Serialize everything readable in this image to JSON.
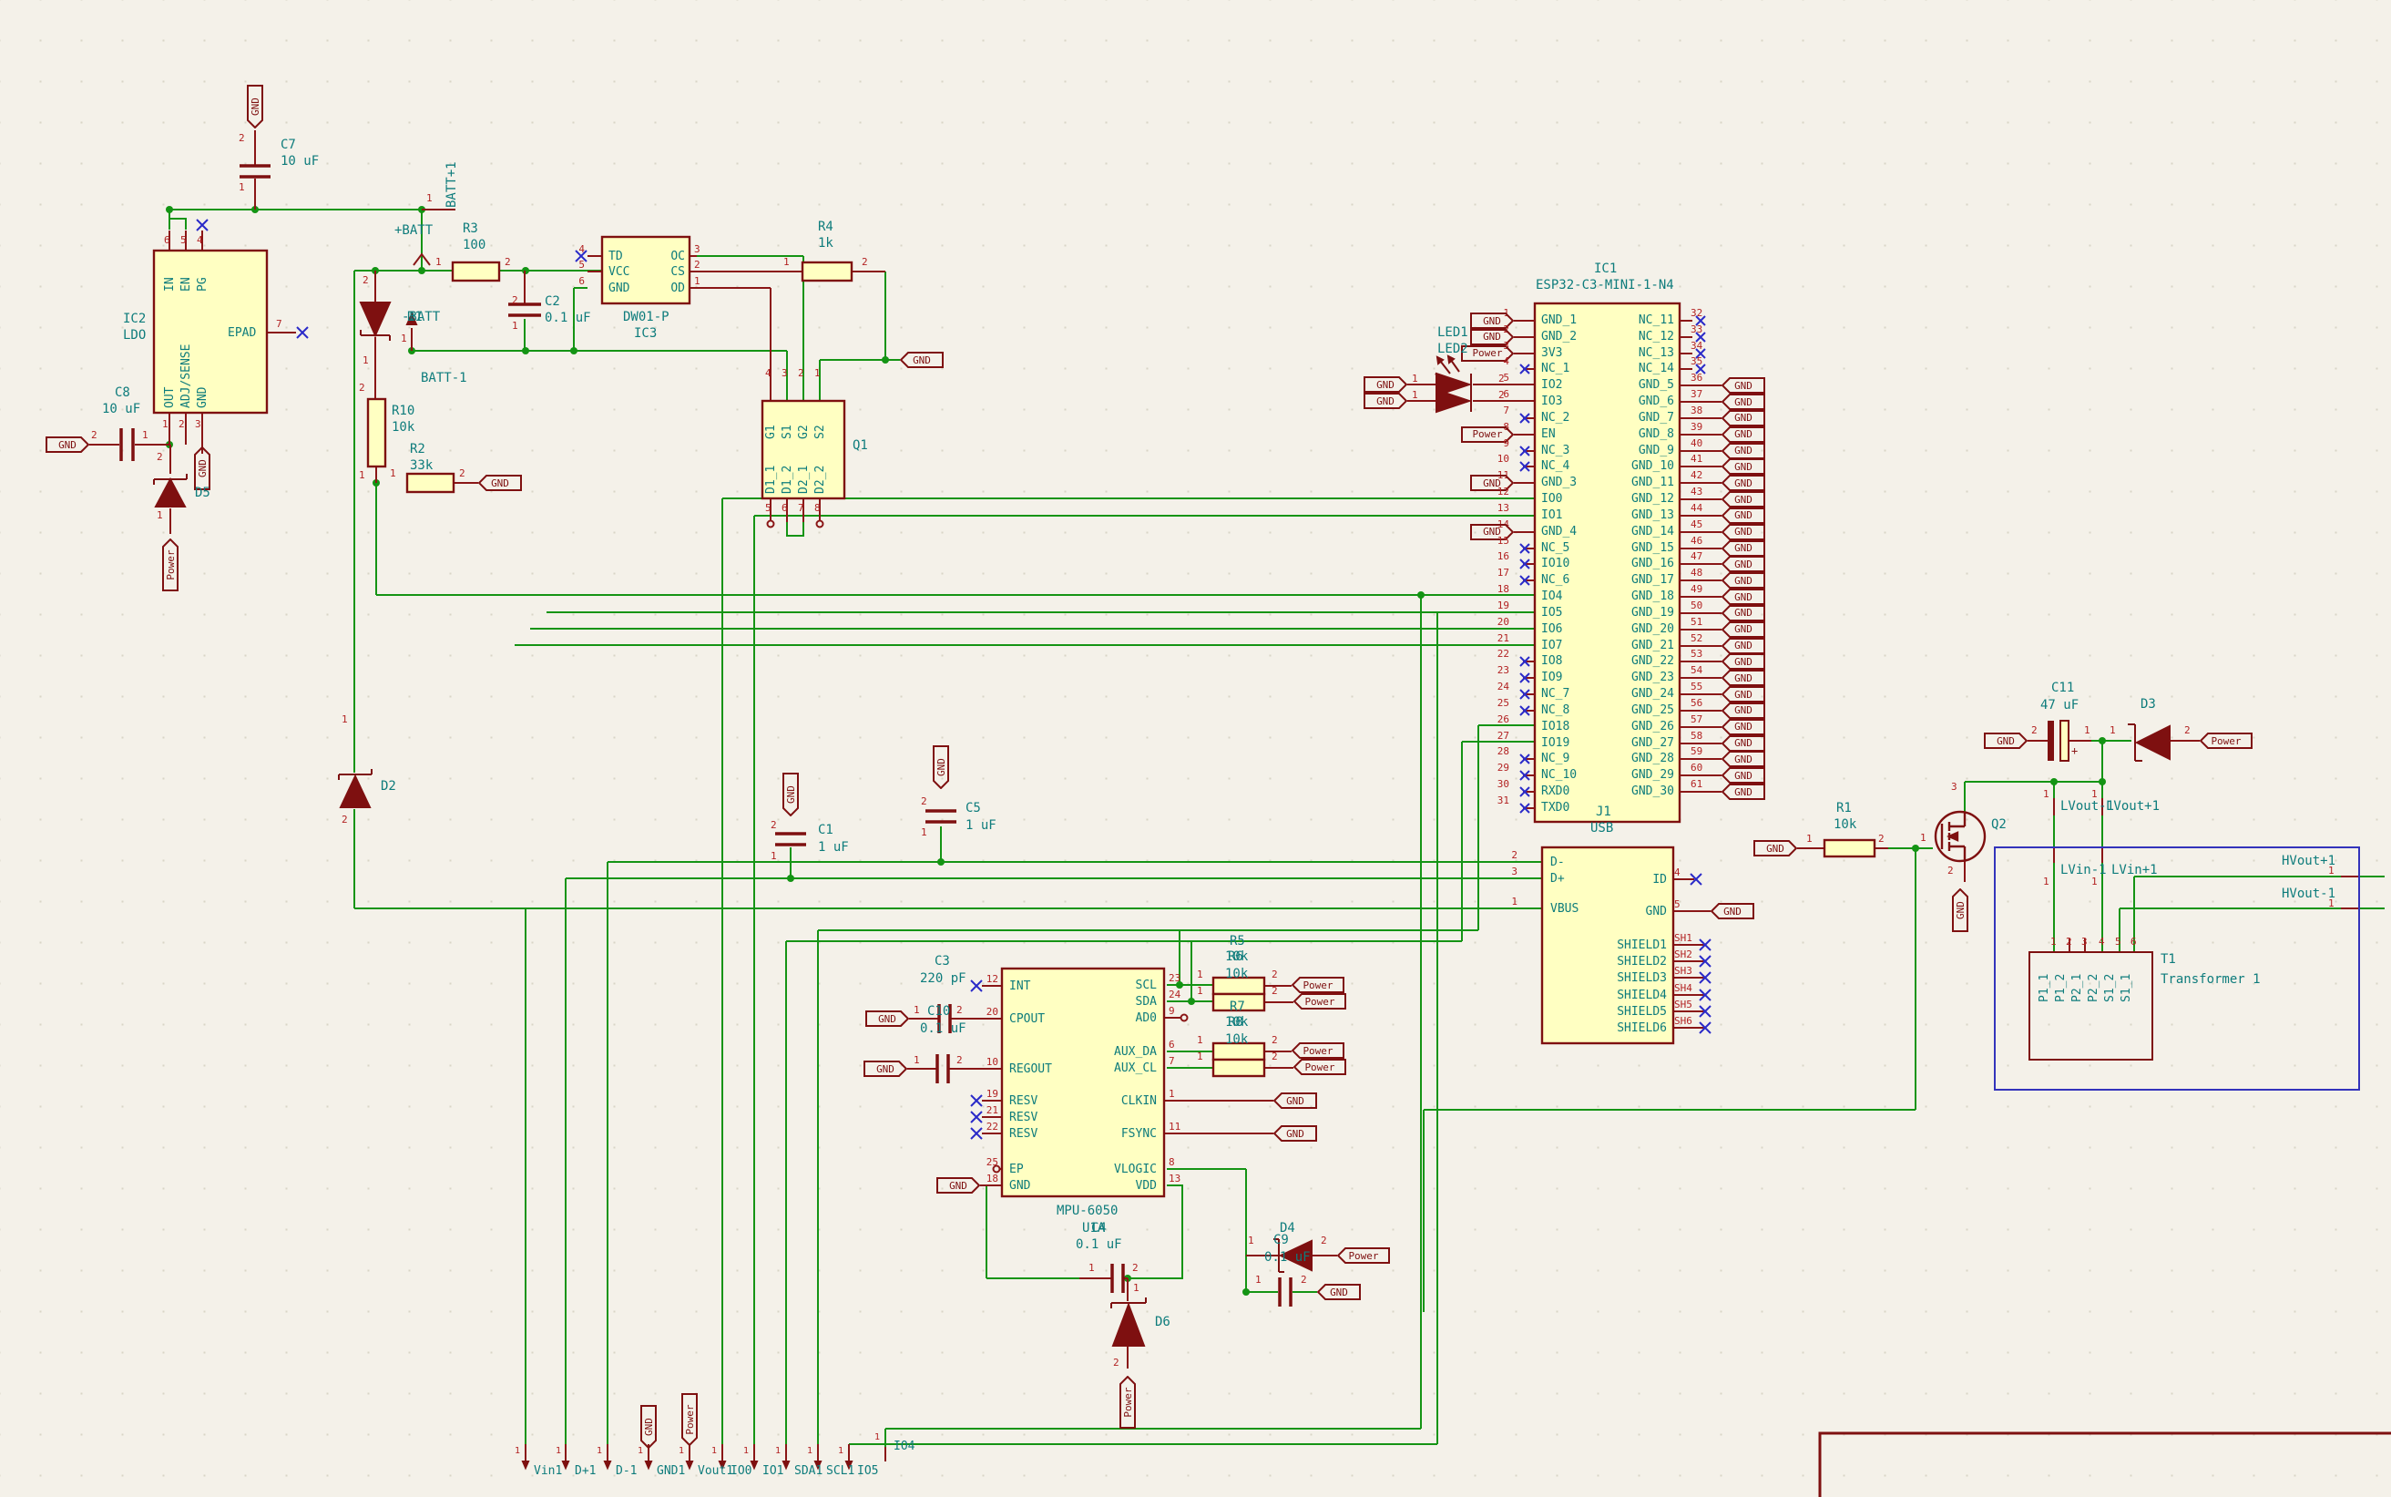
{
  "labels": {
    "gnd": "GND",
    "power": "Power",
    "p1": "1",
    "p2": "2",
    "plus": "+"
  },
  "battery": {
    "c7_ref": "C7",
    "c7_val": "10 uF",
    "c8_ref": "C8",
    "c8_val": "10 uF",
    "batt_p1": "BATT+1",
    "plus_batt": "+BATT",
    "batt_m1": "BATT-1",
    "minus_batt": "-BATT",
    "d1_ref": "D1",
    "d5_ref": "D5",
    "d2_ref": "D2",
    "r3_ref": "R3",
    "r3_val": "100",
    "r10_ref": "R10",
    "r10_val": "10k",
    "r2_ref": "R2",
    "r2_val": "33k",
    "r4_ref": "R4",
    "r4_val": "1k",
    "c2_ref": "C2",
    "c2_val": "0.1 uF"
  },
  "ic2": {
    "ref": "IC2",
    "val": "LDO",
    "epad": "EPAD",
    "epad_n": "7",
    "top": [
      "IN",
      "EN",
      "PG"
    ],
    "top_n": [
      "6",
      "5",
      "4"
    ],
    "bot": [
      "OUT",
      "ADJ/SENSE",
      "GND"
    ],
    "bot_n": [
      "1",
      "2",
      "3"
    ]
  },
  "ic3": {
    "ref": "IC3",
    "val": "DW01-P",
    "left": [
      {
        "n": "4",
        "name": "TD"
      },
      {
        "n": "5",
        "name": "VCC"
      },
      {
        "n": "6",
        "name": "GND"
      }
    ],
    "right": [
      {
        "n": "3",
        "name": "OC"
      },
      {
        "n": "2",
        "name": "CS"
      },
      {
        "n": "1",
        "name": "OD"
      }
    ]
  },
  "q1": {
    "ref": "Q1",
    "top": [
      "G1",
      "S1",
      "G2",
      "S2"
    ],
    "top_n": [
      "4",
      "3",
      "2",
      "1"
    ],
    "bot": [
      "D1_1",
      "D1_2",
      "D2_1",
      "D2_2"
    ],
    "bot_n": [
      "5",
      "6",
      "7",
      "8"
    ]
  },
  "c1": {
    "ref": "C1",
    "val": "1 uF"
  },
  "c5": {
    "ref": "C5",
    "val": "1 uF"
  },
  "esp32": {
    "ref": "IC1",
    "val": "ESP32-C3-MINI-1-N4",
    "left_pins": [
      {
        "num": "1",
        "name": "GND_1",
        "term": "gnd"
      },
      {
        "num": "2",
        "name": "GND_2",
        "term": "gnd"
      },
      {
        "num": "3",
        "name": "3V3",
        "term": "power"
      },
      {
        "num": "4",
        "name": "NC_1",
        "term": "x"
      },
      {
        "num": "5",
        "name": "IO2",
        "term": "led"
      },
      {
        "num": "6",
        "name": "IO3",
        "term": "led"
      },
      {
        "num": "7",
        "name": "NC_2",
        "term": "x"
      },
      {
        "num": "8",
        "name": "EN",
        "term": "power"
      },
      {
        "num": "9",
        "name": "NC_3",
        "term": "x"
      },
      {
        "num": "10",
        "name": "NC_4",
        "term": "x"
      },
      {
        "num": "11",
        "name": "GND_3",
        "term": "gnd"
      },
      {
        "num": "12",
        "name": "IO0",
        "term": "wire"
      },
      {
        "num": "13",
        "name": "IO1",
        "term": "wire"
      },
      {
        "num": "14",
        "name": "GND_4",
        "term": "gnd"
      },
      {
        "num": "15",
        "name": "NC_5",
        "term": "x"
      },
      {
        "num": "16",
        "name": "IO10",
        "term": "x"
      },
      {
        "num": "17",
        "name": "NC_6",
        "term": "x"
      },
      {
        "num": "18",
        "name": "IO4",
        "term": "wire"
      },
      {
        "num": "19",
        "name": "IO5",
        "term": "wire"
      },
      {
        "num": "20",
        "name": "IO6",
        "term": "wire"
      },
      {
        "num": "21",
        "name": "IO7",
        "term": "wire"
      },
      {
        "num": "22",
        "name": "IO8",
        "term": "x"
      },
      {
        "num": "23",
        "name": "IO9",
        "term": "x"
      },
      {
        "num": "24",
        "name": "NC_7",
        "term": "x"
      },
      {
        "num": "25",
        "name": "NC_8",
        "term": "x"
      },
      {
        "num": "26",
        "name": "IO18",
        "term": "wire"
      },
      {
        "num": "27",
        "name": "IO19",
        "term": "wire"
      },
      {
        "num": "28",
        "name": "NC_9",
        "term": "x"
      },
      {
        "num": "29",
        "name": "NC_10",
        "term": "x"
      },
      {
        "num": "30",
        "name": "RXD0",
        "term": "x"
      },
      {
        "num": "31",
        "name": "TXD0",
        "term": "x"
      }
    ],
    "right_pins": [
      {
        "num": "32",
        "name": "NC_11",
        "term": "x"
      },
      {
        "num": "33",
        "name": "NC_12",
        "term": "x"
      },
      {
        "num": "34",
        "name": "NC_13",
        "term": "x"
      },
      {
        "num": "35",
        "name": "NC_14",
        "term": "x"
      },
      {
        "num": "36",
        "name": "GND_5",
        "term": "gnd"
      },
      {
        "num": "37",
        "name": "GND_6",
        "term": "gnd"
      },
      {
        "num": "38",
        "name": "GND_7",
        "term": "gnd"
      },
      {
        "num": "39",
        "name": "GND_8",
        "term": "gnd"
      },
      {
        "num": "40",
        "name": "GND_9",
        "term": "gnd"
      },
      {
        "num": "41",
        "name": "GND_10",
        "term": "gnd"
      },
      {
        "num": "42",
        "name": "GND_11",
        "term": "gnd"
      },
      {
        "num": "43",
        "name": "GND_12",
        "term": "gnd"
      },
      {
        "num": "44",
        "name": "GND_13",
        "term": "gnd"
      },
      {
        "num": "45",
        "name": "GND_14",
        "term": "gnd"
      },
      {
        "num": "46",
        "name": "GND_15",
        "term": "gnd"
      },
      {
        "num": "47",
        "name": "GND_16",
        "term": "gnd"
      },
      {
        "num": "48",
        "name": "GND_17",
        "term": "gnd"
      },
      {
        "num": "49",
        "name": "GND_18",
        "term": "gnd"
      },
      {
        "num": "50",
        "name": "GND_19",
        "term": "gnd"
      },
      {
        "num": "51",
        "name": "GND_20",
        "term": "gnd"
      },
      {
        "num": "52",
        "name": "GND_21",
        "term": "gnd"
      },
      {
        "num": "53",
        "name": "GND_22",
        "term": "gnd"
      },
      {
        "num": "54",
        "name": "GND_23",
        "term": "gnd"
      },
      {
        "num": "55",
        "name": "GND_24",
        "term": "gnd"
      },
      {
        "num": "56",
        "name": "GND_25",
        "term": "gnd"
      },
      {
        "num": "57",
        "name": "GND_26",
        "term": "gnd"
      },
      {
        "num": "58",
        "name": "GND_27",
        "term": "gnd"
      },
      {
        "num": "59",
        "name": "GND_28",
        "term": "gnd"
      },
      {
        "num": "60",
        "name": "GND_29",
        "term": "gnd"
      },
      {
        "num": "61",
        "name": "GND_30",
        "term": "gnd"
      }
    ],
    "led1": "LED1",
    "led2": "LED2"
  },
  "usb": {
    "ref": "J1",
    "val": "USB",
    "left": [
      {
        "n": "2",
        "name": "D-"
      },
      {
        "n": "3",
        "name": "D+"
      },
      {
        "n": "1",
        "name": "VBUS"
      }
    ],
    "right": [
      {
        "n": "4",
        "name": "ID",
        "term": "x"
      },
      {
        "n": "5",
        "name": "GND",
        "term": "gnd"
      },
      {
        "n": "SH1",
        "name": "SHIELD1",
        "term": "x"
      },
      {
        "n": "SH2",
        "name": "SHIELD2",
        "term": "x"
      },
      {
        "n": "SH3",
        "name": "SHIELD3",
        "term": "x"
      },
      {
        "n": "SH4",
        "name": "SHIELD4",
        "term": "x"
      },
      {
        "n": "SH5",
        "name": "SHIELD5",
        "term": "x"
      },
      {
        "n": "SH6",
        "name": "SHIELD6",
        "term": "x"
      }
    ]
  },
  "mpu": {
    "ref": "U1A",
    "cap_ref": "C4",
    "val": "MPU-6050",
    "cap_val": "0.1 uF",
    "left": [
      {
        "n": "12",
        "name": "INT"
      },
      {
        "n": "20",
        "name": "CPOUT"
      },
      {
        "n": "10",
        "name": "REGOUT"
      },
      {
        "n": "19",
        "name": "RESV"
      },
      {
        "n": "21",
        "name": "RESV"
      },
      {
        "n": "22",
        "name": "RESV"
      },
      {
        "n": "25",
        "name": "EP"
      },
      {
        "n": "18",
        "name": "GND"
      }
    ],
    "right": [
      {
        "n": "23",
        "name": "SCL"
      },
      {
        "n": "24",
        "name": "SDA"
      },
      {
        "n": "9",
        "name": "AD0"
      },
      {
        "n": "6",
        "name": "AUX_DA"
      },
      {
        "n": "7",
        "name": "AUX_CL"
      },
      {
        "n": "1",
        "name": "CLKIN"
      },
      {
        "n": "11",
        "name": "FSYNC"
      },
      {
        "n": "8",
        "name": "VLOGIC"
      },
      {
        "n": "13",
        "name": "VDD"
      }
    ],
    "c3_ref": "C3",
    "c3_val": "220 pF",
    "c10_ref": "C10",
    "c10_val": "0.1 uF",
    "r5_ref": "R5",
    "r5_val": "10k",
    "r6_ref": "R6",
    "r6_val": "10k",
    "r7_ref": "R7",
    "r7_val": "10k",
    "r8_ref": "R8",
    "r8_val": "10k",
    "d4_ref": "D4",
    "c9_ref": "C9",
    "c9_val": "0.1 uF",
    "d6_ref": "D6"
  },
  "right_section": {
    "r1_ref": "R1",
    "r1_val": "10k",
    "q2_ref": "Q2",
    "c11_ref": "C11",
    "c11_val": "47 uF",
    "d3_ref": "D3",
    "lvout_m": "LVout-1",
    "lvout_p": "LVout+1",
    "lvin_m": "LVin-1",
    "lvin_p": "LVin+1",
    "hvout_p": "HVout+1",
    "hvout_m": "HVout-1",
    "t1_ref": "T1",
    "t1_val": "Transformer 1",
    "t1_pins": [
      "P1_1",
      "P1_2",
      "P2_1",
      "P2_2",
      "S1_2",
      "S1_1"
    ],
    "t1_nums": [
      "1",
      "2",
      "3",
      "4",
      "5",
      "6"
    ]
  },
  "bottom": {
    "pins": [
      {
        "n": "1",
        "label": "Vin1"
      },
      {
        "n": "1",
        "label": "D+1"
      },
      {
        "n": "1",
        "label": "D-1"
      },
      {
        "n": "1",
        "label": "GND1"
      },
      {
        "n": "1",
        "label": "Vout1"
      },
      {
        "n": "1",
        "label": "IO0"
      },
      {
        "n": "1",
        "label": "IO1"
      },
      {
        "n": "1",
        "label": "SDA1"
      },
      {
        "n": "1",
        "label": "SCL1"
      },
      {
        "n": "1",
        "label": "IO5"
      },
      {
        "n": "1",
        "label": "IO4"
      }
    ]
  }
}
